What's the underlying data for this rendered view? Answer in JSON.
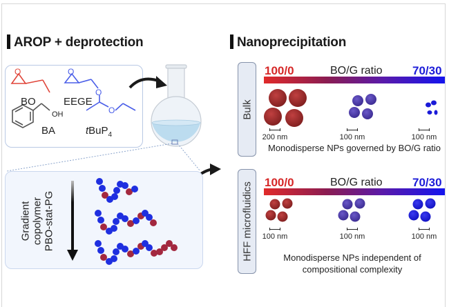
{
  "left_panel": {
    "heading": "AROP + deprotection",
    "reagents": {
      "bo": "BO",
      "eege": "EEGE",
      "ba": "BA",
      "oh": "OH",
      "base_t": "t",
      "base_main": "BuP",
      "base_sub": "4"
    },
    "polymer_label_lines": [
      "Gradient",
      "copolymer",
      "PBO-stat-PG"
    ]
  },
  "right_panel": {
    "heading": "Nanoprecipitation",
    "bulk": {
      "tab_label": "Bulk",
      "ratio_left": "100/0",
      "ratio_title": "BO/G ratio",
      "ratio_right": "70/30",
      "scales": [
        "200 nm",
        "100 nm",
        "100 nm"
      ],
      "caption": "Monodisperse NPs governed by BO/G ratio"
    },
    "hff": {
      "tab_label": "HFF microfluidics",
      "ratio_left": "100/0",
      "ratio_title": "BO/G ratio",
      "ratio_right": "70/30",
      "scales": [
        "100 nm",
        "100 nm",
        "100 nm"
      ],
      "caption_lines": [
        "Monodisperse NPs independent of",
        "compositional complexity"
      ]
    }
  },
  "colors": {
    "bo_red": "#e0453a",
    "eege_blue": "#4a5ee8",
    "np_red": "#9e2a2a",
    "np_purple": "#4b3aa8",
    "np_blue": "#1a1ad8",
    "bead_blue": "#1f2fe0",
    "bead_red": "#a3283f"
  }
}
